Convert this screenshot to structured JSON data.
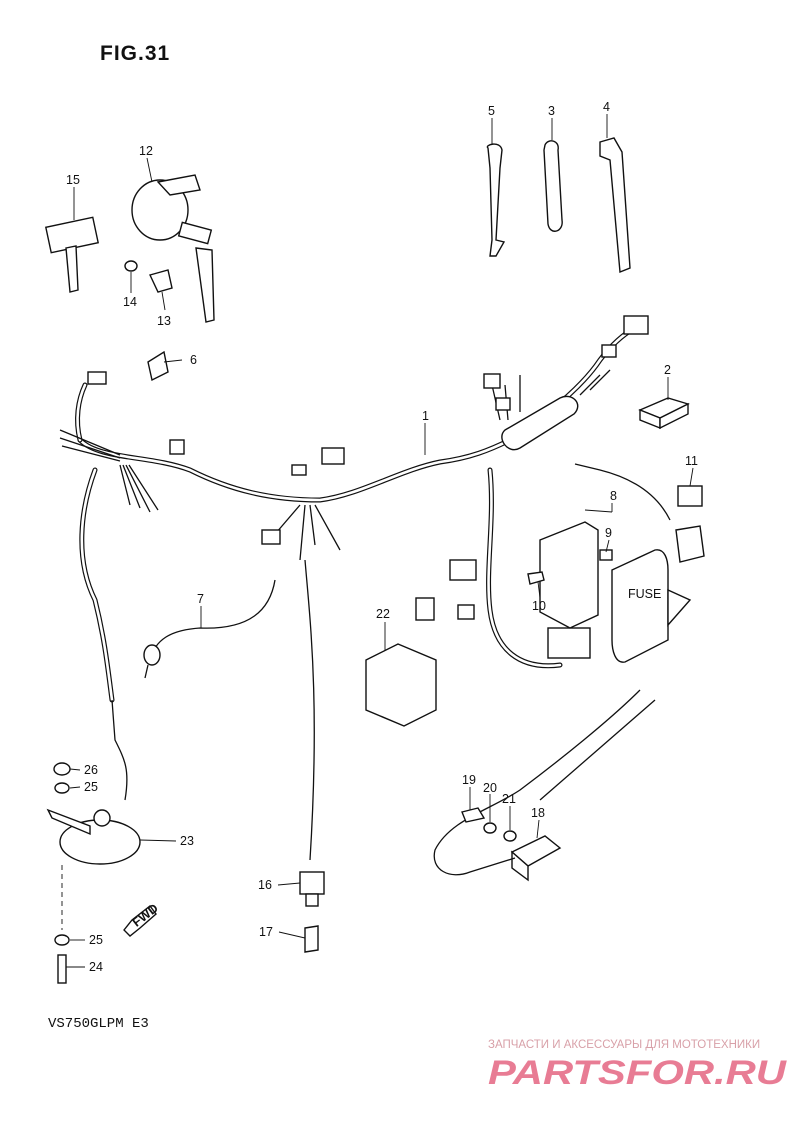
{
  "figure": {
    "title": "FIG.31",
    "model": "VS750GLPM E3",
    "fwd_arrow": "FWD"
  },
  "parts": [
    {
      "id": "p1",
      "number": "1"
    },
    {
      "id": "p2",
      "number": "2"
    },
    {
      "id": "p3",
      "number": "3"
    },
    {
      "id": "p4",
      "number": "4"
    },
    {
      "id": "p5",
      "number": "5"
    },
    {
      "id": "p6",
      "number": "6"
    },
    {
      "id": "p7",
      "number": "7"
    },
    {
      "id": "p8",
      "number": "8"
    },
    {
      "id": "p9",
      "number": "9"
    },
    {
      "id": "p10",
      "number": "10"
    },
    {
      "id": "p11",
      "number": "11"
    },
    {
      "id": "p12",
      "number": "12"
    },
    {
      "id": "p13",
      "number": "13"
    },
    {
      "id": "p14",
      "number": "14"
    },
    {
      "id": "p15",
      "number": "15"
    },
    {
      "id": "p16",
      "number": "16"
    },
    {
      "id": "p17",
      "number": "17"
    },
    {
      "id": "p18",
      "number": "18"
    },
    {
      "id": "p19",
      "number": "19"
    },
    {
      "id": "p20",
      "number": "20"
    },
    {
      "id": "p21",
      "number": "21"
    },
    {
      "id": "p22",
      "number": "22"
    },
    {
      "id": "p23",
      "number": "23"
    },
    {
      "id": "p24",
      "number": "24"
    },
    {
      "id": "p25a",
      "number": "25"
    },
    {
      "id": "p25b",
      "number": "25"
    },
    {
      "id": "p26",
      "number": "26"
    }
  ],
  "fuse_box_label": "FUSE",
  "watermark": {
    "text": "ЗАПЧАСТИ И АКСЕССУАРЫ ДЛЯ МОТОТЕХНИКИ",
    "logo": "PARTSFOR.RU",
    "color": "#e05070"
  }
}
